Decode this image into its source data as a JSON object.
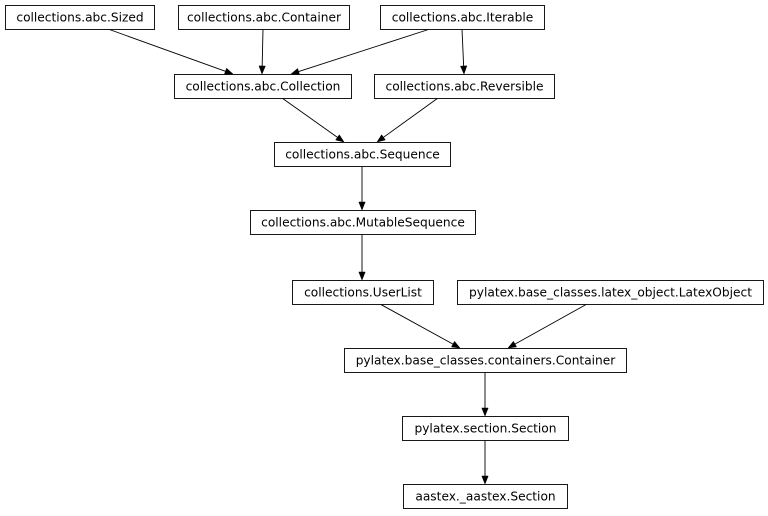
{
  "diagram": {
    "nodes": [
      {
        "id": "sized",
        "label": "collections.abc.Sized"
      },
      {
        "id": "container",
        "label": "collections.abc.Container"
      },
      {
        "id": "iterable",
        "label": "collections.abc.Iterable"
      },
      {
        "id": "collection",
        "label": "collections.abc.Collection"
      },
      {
        "id": "reversible",
        "label": "collections.abc.Reversible"
      },
      {
        "id": "sequence",
        "label": "collections.abc.Sequence"
      },
      {
        "id": "mutablesequence",
        "label": "collections.abc.MutableSequence"
      },
      {
        "id": "userlist",
        "label": "collections.UserList"
      },
      {
        "id": "latexobject",
        "label": "pylatex.base_classes.latex_object.LatexObject"
      },
      {
        "id": "pcontainer",
        "label": "pylatex.base_classes.containers.Container"
      },
      {
        "id": "psection",
        "label": "pylatex.section.Section"
      },
      {
        "id": "aastexsection",
        "label": "aastex._aastex.Section"
      }
    ],
    "edges": [
      {
        "from": "sized",
        "to": "collection"
      },
      {
        "from": "container",
        "to": "collection"
      },
      {
        "from": "iterable",
        "to": "collection"
      },
      {
        "from": "iterable",
        "to": "reversible"
      },
      {
        "from": "collection",
        "to": "sequence"
      },
      {
        "from": "reversible",
        "to": "sequence"
      },
      {
        "from": "sequence",
        "to": "mutablesequence"
      },
      {
        "from": "mutablesequence",
        "to": "userlist"
      },
      {
        "from": "userlist",
        "to": "pcontainer"
      },
      {
        "from": "latexobject",
        "to": "pcontainer"
      },
      {
        "from": "pcontainer",
        "to": "psection"
      },
      {
        "from": "psection",
        "to": "aastexsection"
      }
    ]
  }
}
